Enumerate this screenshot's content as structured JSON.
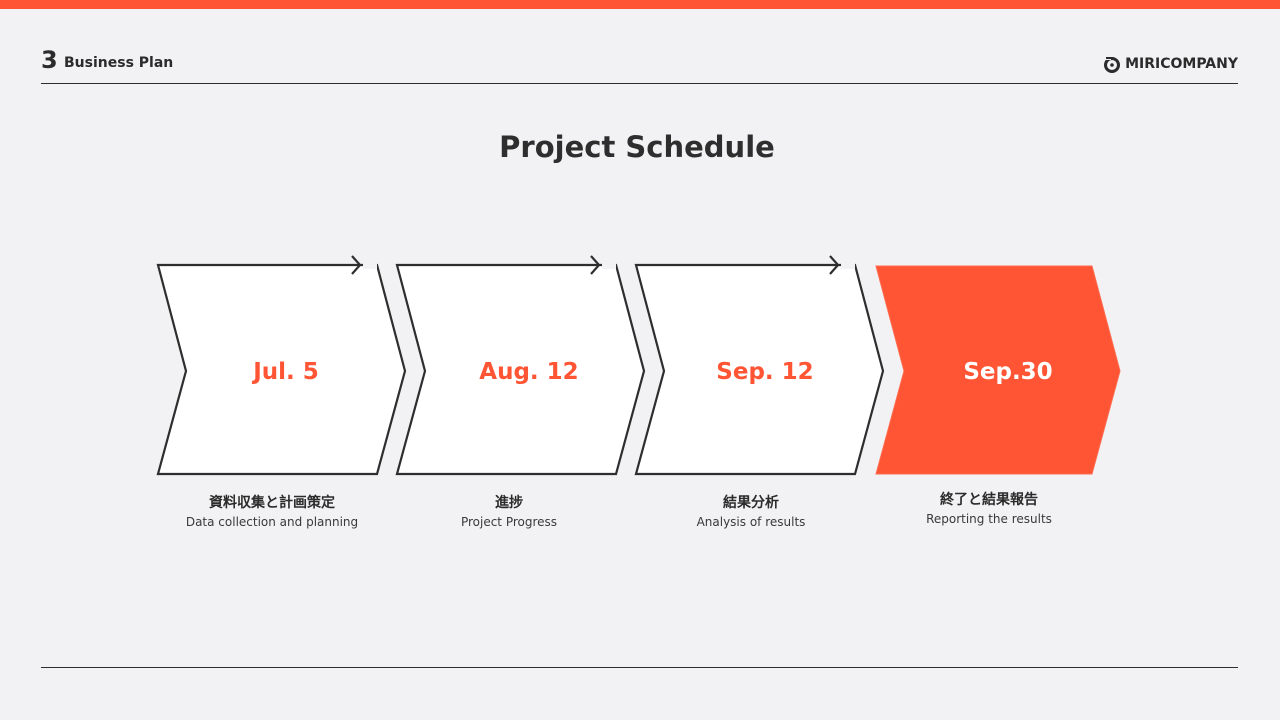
{
  "header": {
    "section_number": "3",
    "section_title": "Business Plan",
    "brand_name": "MIRICOMPANY"
  },
  "title": "Project Schedule",
  "colors": {
    "accent": "#ff5534",
    "background": "#f2f1f3",
    "text": "#2e2e2e"
  },
  "steps": [
    {
      "date": "Jul. 5",
      "title_ja": "資料収集と計画策定",
      "title_en": "Data collection and planning",
      "highlighted": false
    },
    {
      "date": "Aug. 12",
      "title_ja": "進捗",
      "title_en": "Project Progress",
      "highlighted": false
    },
    {
      "date": "Sep. 12",
      "title_ja": "結果分析",
      "title_en": "Analysis of results",
      "highlighted": false
    },
    {
      "date": "Sep.30",
      "title_ja": "終了と結果報告",
      "title_en": "Reporting the results",
      "highlighted": true
    }
  ]
}
